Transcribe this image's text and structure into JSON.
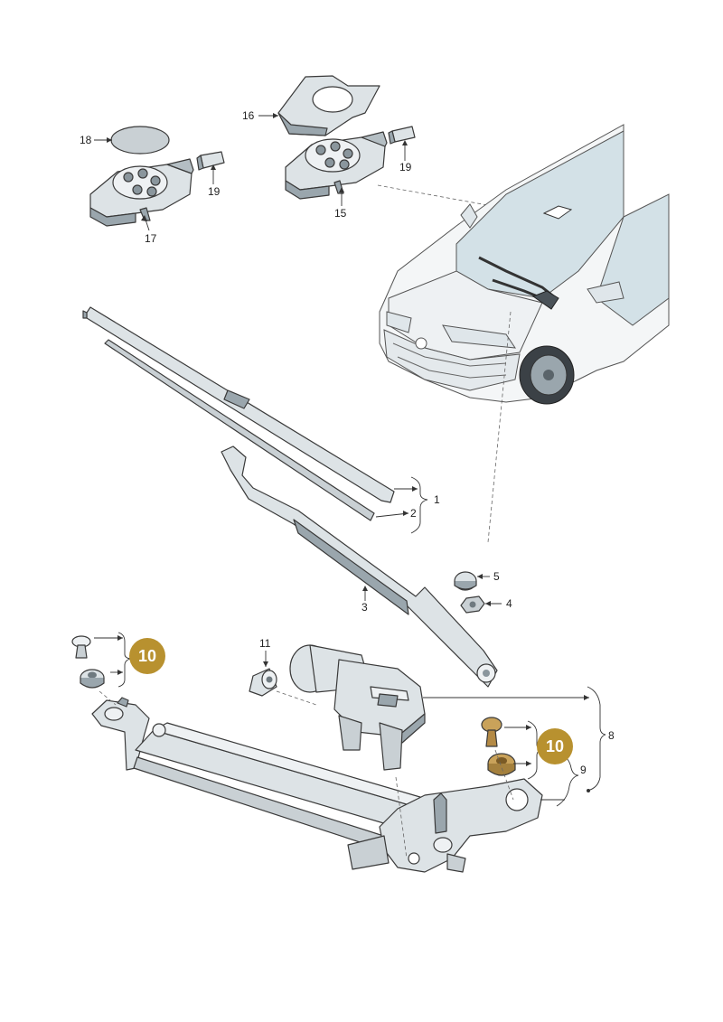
{
  "callouts": {
    "c1": "1",
    "c2": "2",
    "c3": "3",
    "c4": "4",
    "c5": "5",
    "c8": "8",
    "c9": "9",
    "c11": "11",
    "c15": "15",
    "c16": "16",
    "c17": "17",
    "c18": "18",
    "c19a": "19",
    "c19b": "19"
  },
  "badges": {
    "left": "10",
    "right": "10"
  },
  "colors": {
    "badge": "#b8912f",
    "part_fill": "#dde3e6",
    "part_dark": "#9aa6ad",
    "glass": "#d3e1e7",
    "brass": "#c9a25a"
  }
}
